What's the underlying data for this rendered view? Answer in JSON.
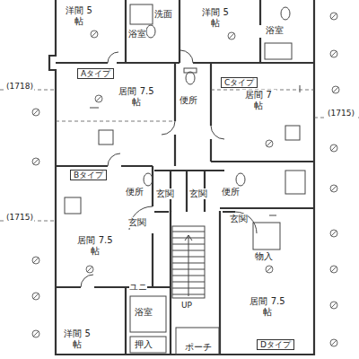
{
  "diagram": {
    "nodes": [
      {
        "text": [
          "洋間 5 帖"
        ]
      },
      {
        "text": [
          "浴室"
        ]
      },
      {
        "text": [
          "洗面"
        ]
      },
      {
        "text": [
          "洋間 5 帖"
        ]
      },
      {
        "text": [
          "浴室"
        ]
      },
      {
        "text": [
          "Aタイプ"
        ]
      },
      {
        "text": [
          "居間 7.5 帖"
        ]
      },
      {
        "text": [
          "便所"
        ]
      },
      {
        "text": [
          "Cタイプ"
        ]
      },
      {
        "text": [
          "居間 7 帖"
        ]
      },
      {
        "text": [
          "Bタイプ"
        ]
      },
      {
        "text": [
          "便所"
        ]
      },
      {
        "text": [
          "玄関"
        ]
      },
      {
        "text": [
          "玄関"
        ]
      },
      {
        "text": [
          "便所"
        ]
      },
      {
        "text": [
          "居間 7.5 帖"
        ]
      },
      {
        "text": [
          "玄関"
        ]
      },
      {
        "text": [
          "玄関"
        ]
      },
      {
        "text": [
          "物入"
        ]
      },
      {
        "text": [
          "ユニ"
        ]
      },
      {
        "text": [
          "浴室"
        ]
      },
      {
        "text": [
          "居間 7.5 帖"
        ]
      },
      {
        "text": [
          "Dタイプ"
        ]
      },
      {
        "text": [
          "洋間 5 帖"
        ]
      },
      {
        "text": [
          "押入"
        ]
      },
      {
        "text": [
          "ポーチ"
        ]
      }
    ],
    "labels": [
      "(1718)",
      "(1715)",
      "(1715)",
      "UP"
    ]
  }
}
